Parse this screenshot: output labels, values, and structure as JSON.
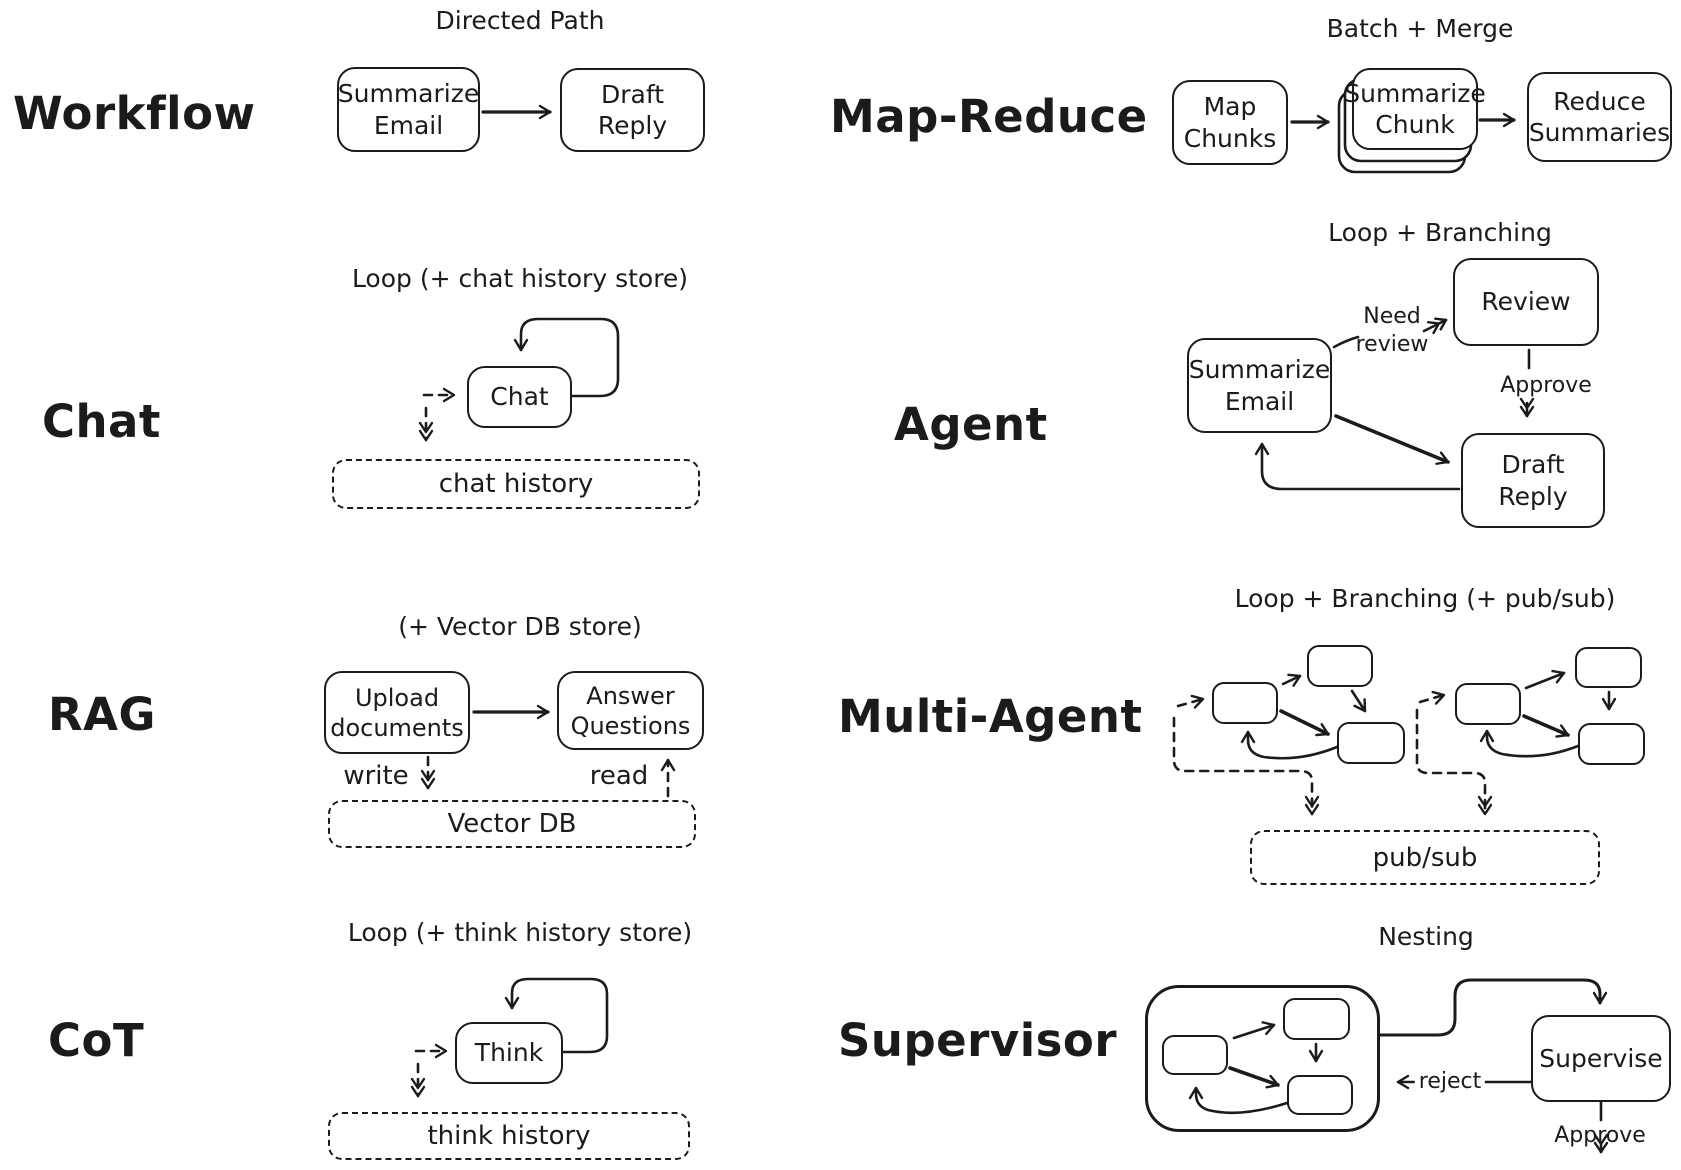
{
  "colors": {
    "ink": "#1b1b1b",
    "background": "#ffffff"
  },
  "sections": {
    "workflow": {
      "label": "Workflow",
      "title": "Directed Path",
      "node_summarize": "Summarize Email",
      "node_draft": "Draft Reply"
    },
    "map_reduce": {
      "label": "Map-Reduce",
      "title": "Batch + Merge",
      "node_map": "Map Chunks",
      "node_summarize": "Summarize Chunk",
      "node_reduce": "Reduce Summaries"
    },
    "chat": {
      "label": "Chat",
      "title": "Loop (+ chat history store)",
      "node_chat": "Chat",
      "store": "chat history"
    },
    "agent": {
      "label": "Agent",
      "title": "Loop + Branching",
      "node_summarize": "Summarize Email",
      "node_review": "Review",
      "node_draft": "Draft Reply",
      "edge_need_review": "Need review",
      "edge_approve": "Approve"
    },
    "rag": {
      "label": "RAG",
      "title": "(+ Vector DB store)",
      "node_upload": "Upload documents",
      "node_answer": "Answer Questions",
      "edge_write": "write",
      "edge_read": "read",
      "store": "Vector DB"
    },
    "multi_agent": {
      "label": "Multi-Agent",
      "title": "Loop + Branching (+ pub/sub)",
      "store": "pub/sub"
    },
    "cot": {
      "label": "CoT",
      "title": "Loop (+ think history store)",
      "node_think": "Think",
      "store": "think history"
    },
    "supervisor": {
      "label": "Supervisor",
      "title": "Nesting",
      "node_supervise": "Supervise",
      "edge_reject": "reject",
      "edge_approve": "Approve"
    }
  }
}
